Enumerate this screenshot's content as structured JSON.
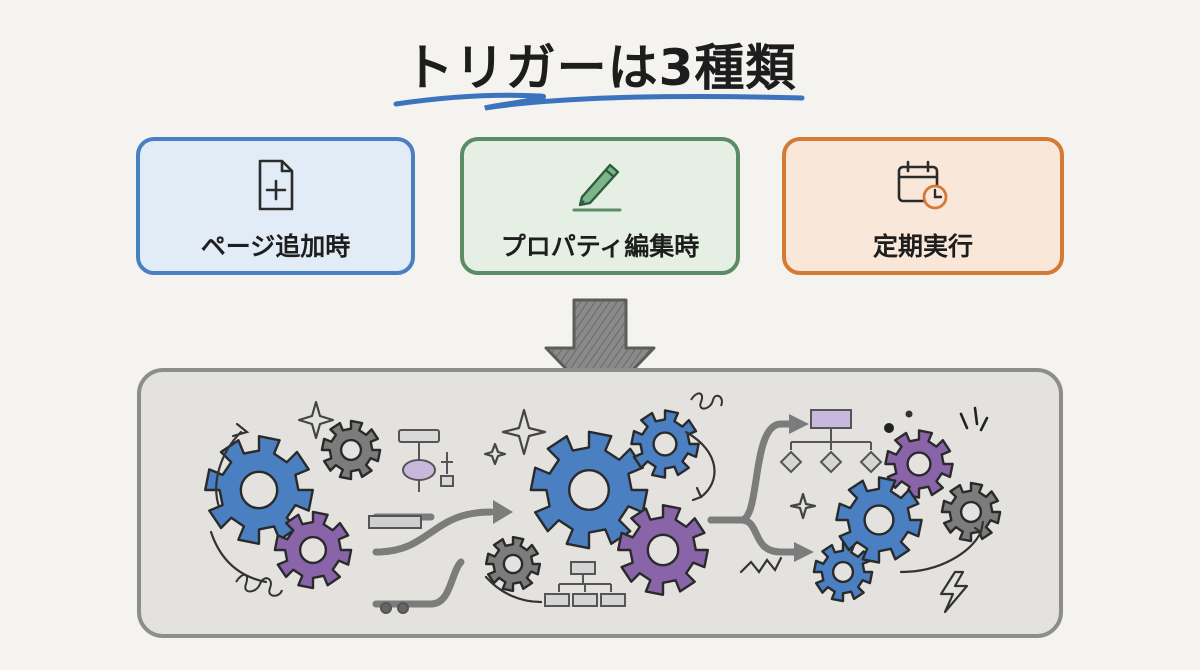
{
  "title": "トリガーは3種類",
  "colors": {
    "blue": "#4a7fc1",
    "green": "#5a8c66",
    "orange": "#d47a35",
    "purple": "#8a64a8",
    "gray": "#7c7c7c"
  },
  "triggers": [
    {
      "label": "ページ追加時",
      "icon": "page-add-icon",
      "color": "blue"
    },
    {
      "label": "プロパティ編集時",
      "icon": "pencil-edit-icon",
      "color": "green"
    },
    {
      "label": "定期実行",
      "icon": "calendar-clock-icon",
      "color": "orange"
    }
  ],
  "engine_illustration": {
    "icons": [
      "gear-icon",
      "flowchart-icon",
      "sparkle-icon",
      "lightning-icon",
      "arrow-icon"
    ]
  }
}
